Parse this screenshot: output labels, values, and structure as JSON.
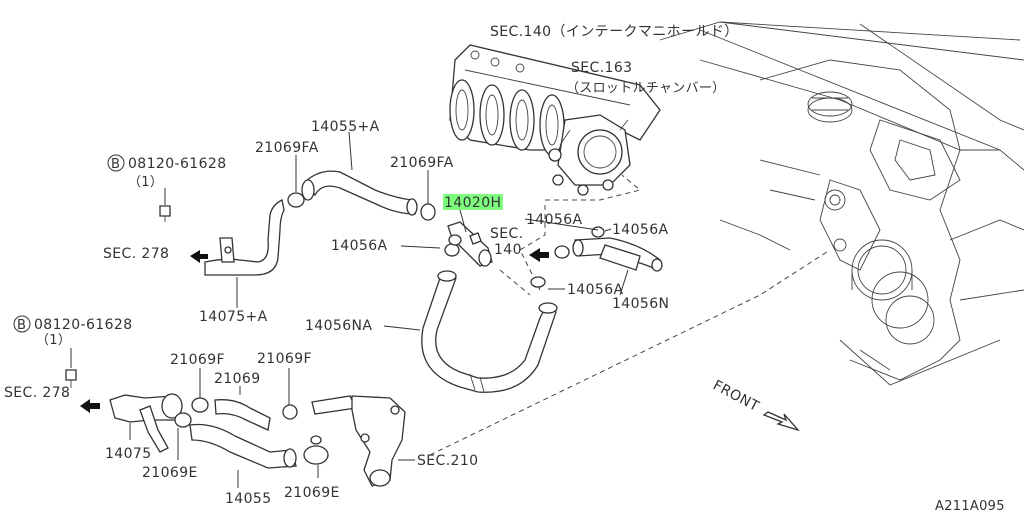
{
  "diagram": {
    "labels": {
      "sec140": "SEC.140（インテークマニホールド）",
      "sec163": "SEC.163",
      "sec163_sub": "（スロットルチャンバー）",
      "p14055a": "14055+A",
      "p21069fa_1": "21069FA",
      "p21069fa_2": "21069FA",
      "p14020h": "14020H",
      "bolt_top": "08120-61628",
      "bolt_top_qty": "（1）",
      "sec278_top": "SEC. 278",
      "p14056a_left": "14056A",
      "p14056a_top": "14056A",
      "p14056a_right": "14056A",
      "sec140_b": "SEC.",
      "sec140_b_num": "140",
      "p14056a_bottom": "14056A",
      "p14056n": "14056N",
      "p14075a": "14075+A",
      "p14056na": "14056NA",
      "bolt_bottom": "08120-61628",
      "bolt_bottom_qty": "（1）",
      "p21069f_1": "21069F",
      "p21069f_2": "21069F",
      "p21069": "21069",
      "sec278_bottom": "SEC. 278",
      "p14075": "14075",
      "p21069e_1": "21069E",
      "p14055": "14055",
      "p21069e_2": "21069E",
      "sec210": "SEC.210",
      "front": "FRONT",
      "code": "A211A095",
      "b_symbol": "B"
    },
    "colors": {
      "highlight": "#7dfc7d",
      "ink": "#333333"
    }
  }
}
